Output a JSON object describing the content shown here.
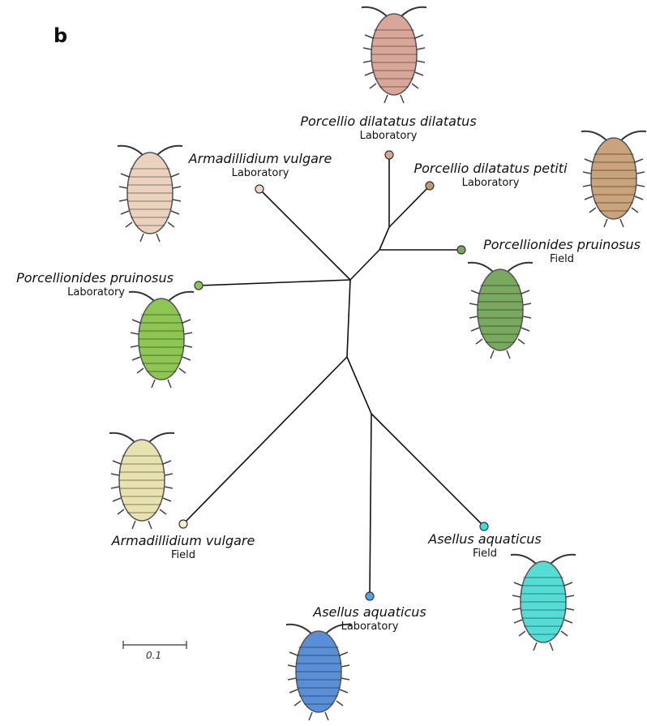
{
  "panel_letter": "b",
  "colors": {
    "branch": "#111111",
    "porcellio_dilatatus_dilatatus": "#d9a69a",
    "porcellio_dilatatus_petiti": "#c29a6e",
    "armadillidium_lab": "#f0d8c4",
    "porcellionides_field": "#78a860",
    "porcellionides_lab": "#8ec653",
    "armadillidium_field": "#f4f0c8",
    "asellus_lab": "#5aa0e6",
    "asellus_field": "#37e0e0"
  },
  "leaves": [
    {
      "species": "Porcellio dilatatus dilatatus",
      "source": "Laboratory"
    },
    {
      "species": "Porcellio dilatatus petiti",
      "source": "Laboratory"
    },
    {
      "species": "Armadillidium vulgare",
      "source": "Laboratory"
    },
    {
      "species": "Porcellionides pruinosus",
      "source": "Field"
    },
    {
      "species": "Porcellionides pruinosus",
      "source": "Laboratory"
    },
    {
      "species": "Armadillidium vulgare",
      "source": "Field"
    },
    {
      "species": "Asellus aquaticus",
      "source": "Field"
    },
    {
      "species": "Asellus aquaticus",
      "source": "Laboratory"
    }
  ],
  "scale_bar": {
    "value": "0.1"
  },
  "icons": [
    "pink-isopod-icon",
    "tan-isopod-icon",
    "beige-isopod-icon",
    "green-isopod-icon",
    "lime-isopod-icon",
    "cream-isopod-icon",
    "cyan-isopod-icon",
    "blue-isopod-icon"
  ]
}
